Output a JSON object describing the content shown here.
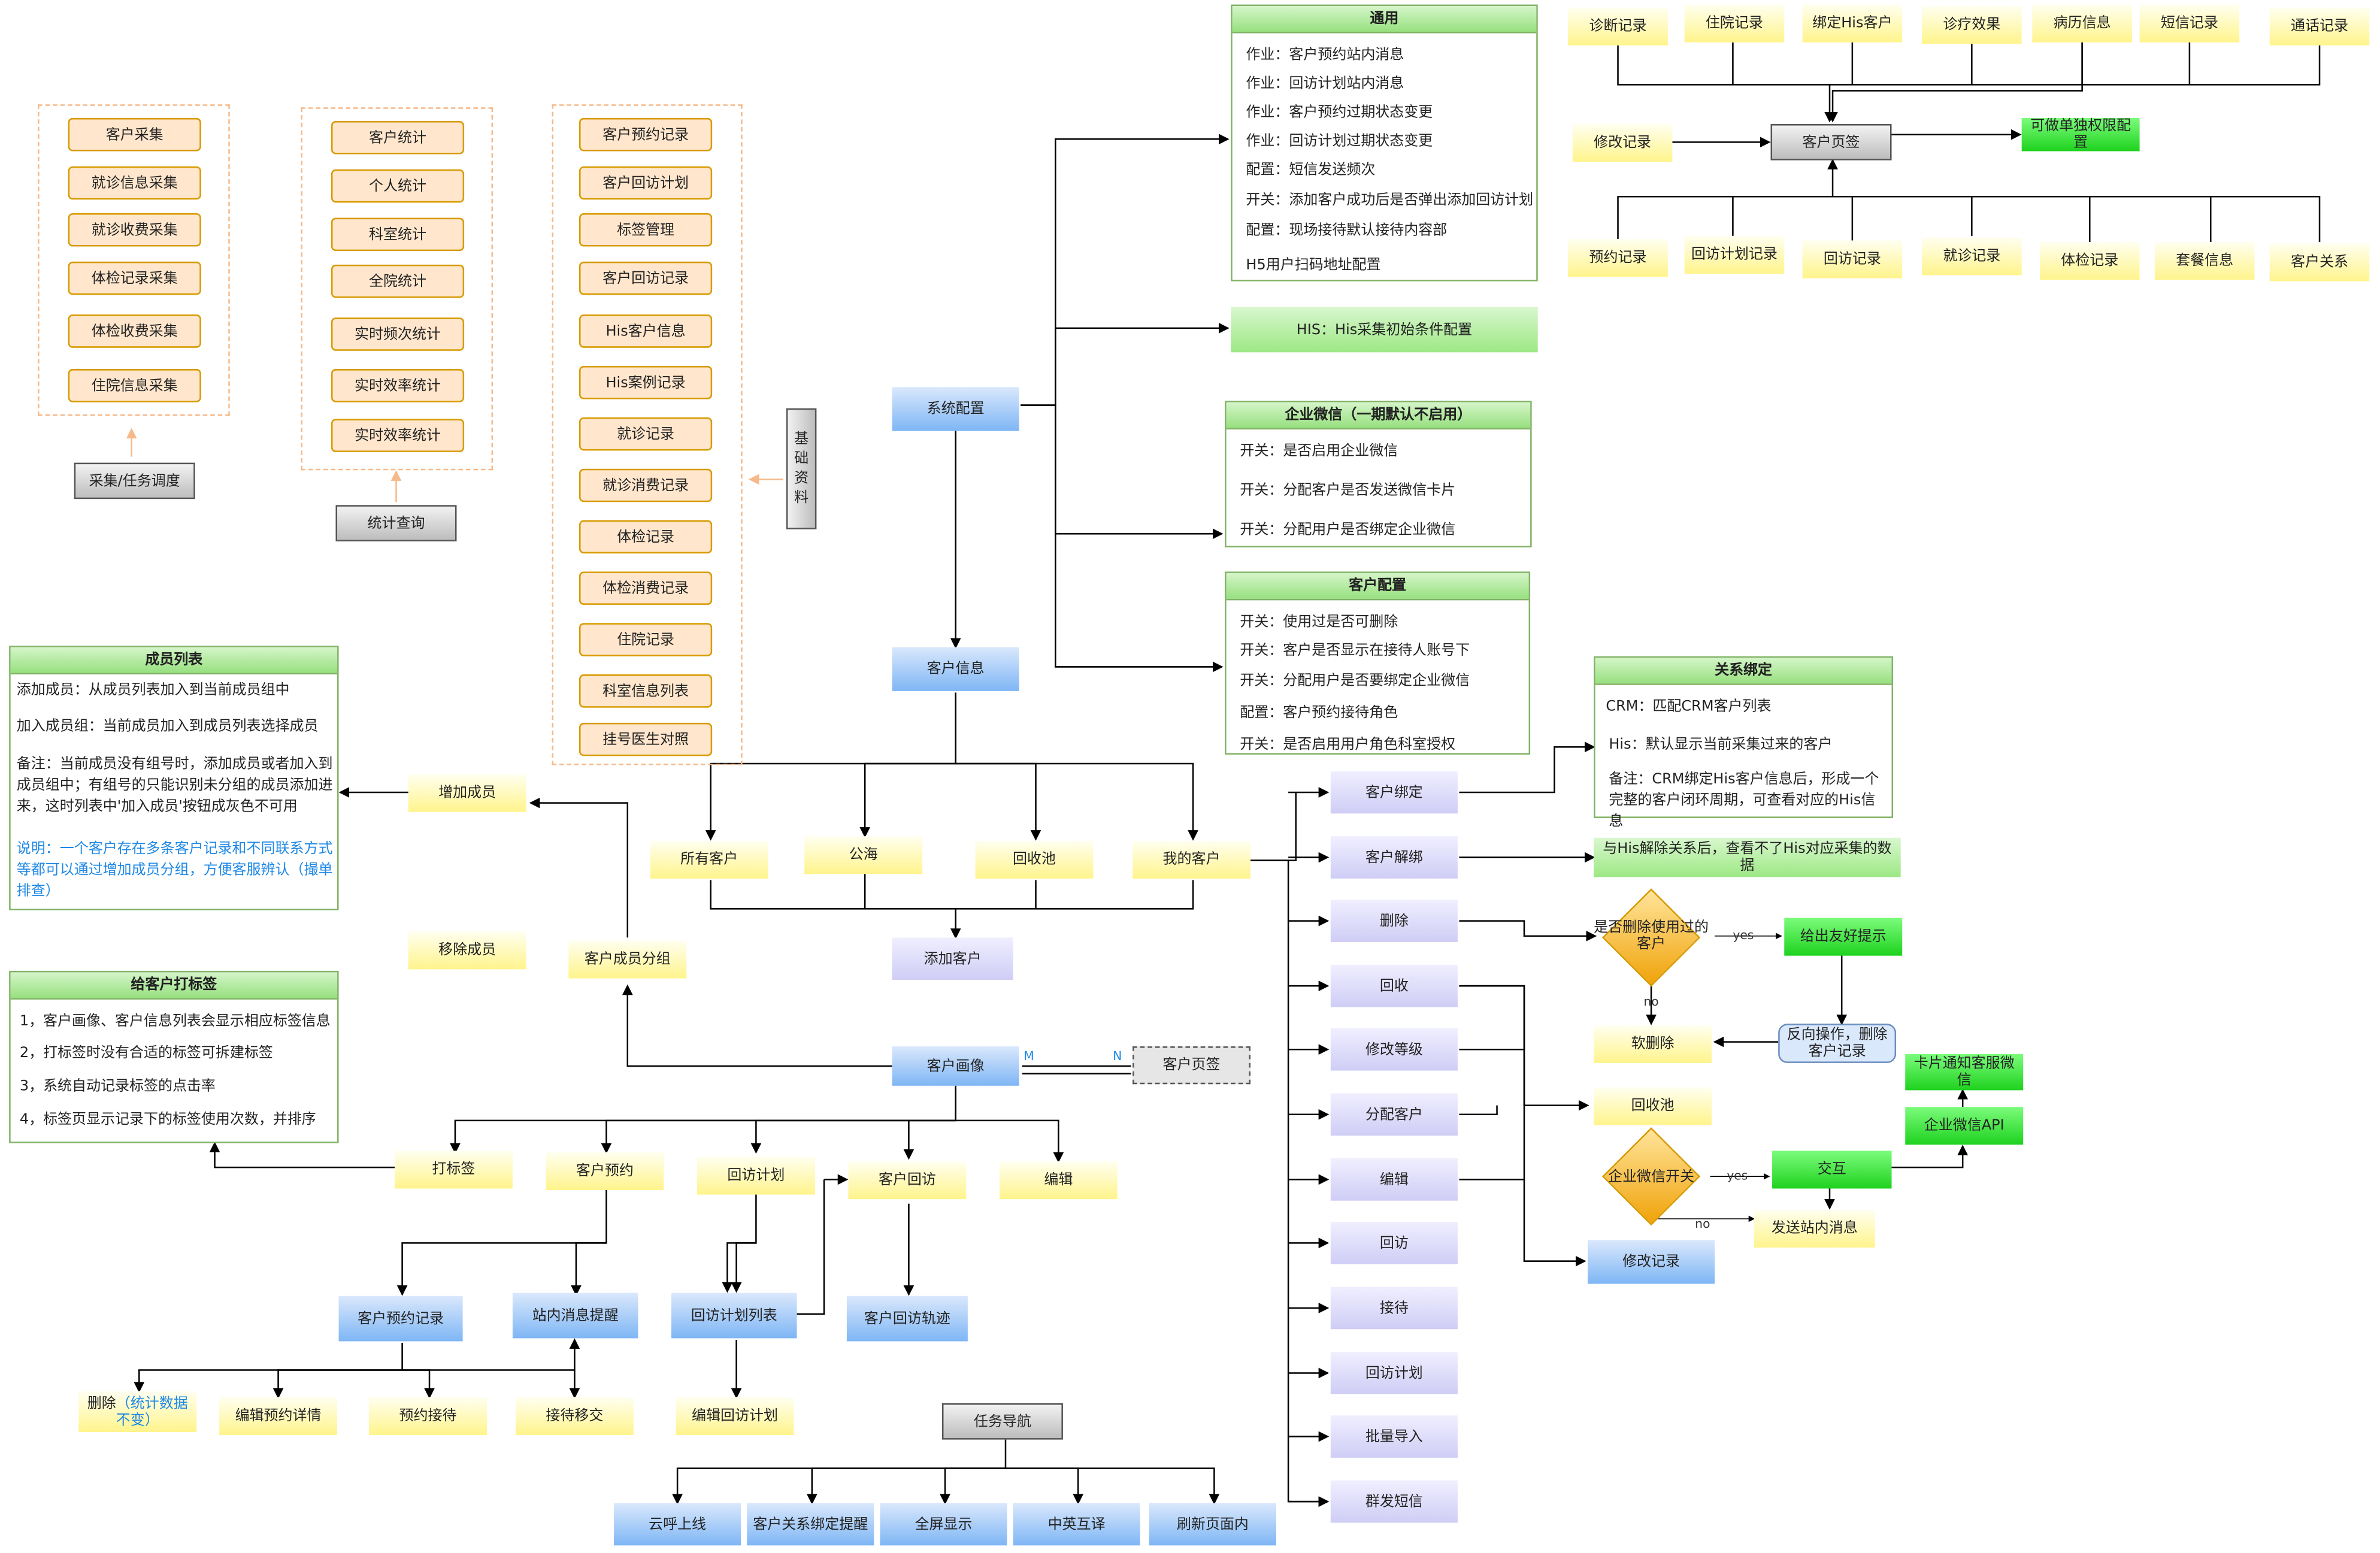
{
  "zone_collect": {
    "items": [
      "客户采集",
      "就诊信息采集",
      "就诊收费采集",
      "体检记录采集",
      "体检收费采集",
      "住院信息采集"
    ],
    "button": "采集/任务调度"
  },
  "zone_stats": {
    "items": [
      "客户统计",
      "个人统计",
      "科室统计",
      "全院统计",
      "实时频次统计",
      "实时效率统计",
      "实时效率统计"
    ],
    "button": "统计查询"
  },
  "zone_base": {
    "items": [
      "客户预约记录",
      "客户回访计划",
      "标签管理",
      "客户回访记录",
      "His客户信息",
      "His案例记录",
      "就诊记录",
      "就诊消费记录",
      "体检记录",
      "体检消费记录",
      "住院记录",
      "科室信息列表",
      "挂号医生对照"
    ],
    "tab_chars": [
      "基",
      "础",
      "资",
      "料"
    ]
  },
  "general_panel": {
    "title": "通用",
    "lines": [
      "作业：客户预约站内消息",
      "作业：回访计划站内消息",
      "作业：客户预约过期状态变更",
      "作业：回访计划过期状态变更",
      "配置：短信发送频次",
      "开关：添加客户成功后是否弹出添加回访计划",
      "配置：现场接待默认接待内容部",
      "H5用户扫码地址配置"
    ]
  },
  "his_config": "HIS：His采集初始条件配置",
  "wechat_panel": {
    "title": "企业微信（一期默认不启用）",
    "lines": [
      "开关：是否启用企业微信",
      "开关：分配客户是否发送微信卡片",
      "开关：分配用户是否绑定企业微信"
    ]
  },
  "customer_config_panel": {
    "title": "客户配置",
    "lines": [
      "开关：使用过是否可删除",
      "开关：客户是否显示在接待人账号下",
      "开关：分配用户是否要绑定企业微信",
      "配置：客户预约接待角色",
      "开关：是否启用用户角色科室授权"
    ]
  },
  "relation_panel": {
    "title": "关系绑定",
    "lines": [
      "CRM：匹配CRM客户列表",
      "His：默认显示当前采集过来的客户",
      "备注：CRM绑定His客户信息后，形成一个完整的客户闭环周期，可查看对应的His信息"
    ]
  },
  "member_panel": {
    "title": "成员列表",
    "lines": [
      "添加成员：从成员列表加入到当前成员组中",
      "加入成员组：当前成员加入到成员列表选择成员",
      "备注：当前成员没有组号时，添加成员或者加入到成员组中；有组号的只能识别未分组的成员添加进来，这时列表中'加入成员'按钮成灰色不可用"
    ],
    "note": "说明：一个客户存在多条客户记录和不同联系方式等都可以通过增加成员分组，方便客服辨认（撮单排查）"
  },
  "tag_panel": {
    "title": "给客户打标签",
    "lines": [
      "1，客户画像、客户信息列表会显示相应标签信息",
      "2，打标签时没有合适的标签可拆建标签",
      "3，系统自动记录标签的点击率",
      "4，标签页显示记录下的标签使用次数，并排序"
    ]
  },
  "top_right": {
    "top_row": [
      "诊断记录",
      "住院记录",
      "绑定His客户",
      "诊疗效果",
      "病历信息",
      "短信记录",
      "通话记录"
    ],
    "modify": "修改记录",
    "page": "客户页签",
    "perm": "可做单独权限配置",
    "bottom_row": [
      "预约记录",
      "回访计划记录",
      "回访记录",
      "就诊记录",
      "体检记录",
      "套餐信息",
      "客户关系"
    ]
  },
  "main": {
    "sys_config": "系统配置",
    "cust_info": "客户信息",
    "cat_all": "所有客户",
    "cat_sea": "公海",
    "cat_pool": "回收池",
    "cat_mine": "我的客户",
    "add_cust": "添加客户",
    "add_member": "增加成员",
    "remove_member": "移除成员",
    "member_group": "客户成员分组",
    "portrait": "客户画像",
    "m_label": "M",
    "n_label": "N",
    "portrait_tab": "客户页签"
  },
  "portrait_children": {
    "tag": "打标签",
    "appoint": "客户预约",
    "visit_plan": "回访计划",
    "visit": "客户回访",
    "edit": "编辑",
    "appoint_rec": "客户预约记录",
    "station_msg": "站内消息提醒",
    "plan_list": "回访计划列表",
    "visit_track": "客户回访轨迹",
    "delete": "删除",
    "delete_note": "（统计数据不变）",
    "edit_appoint": "编辑预约详情",
    "appoint_recv": "预约接待",
    "recv_transfer": "接待移交",
    "edit_plan": "编辑回访计划"
  },
  "task_nav": {
    "title": "任务导航",
    "items": [
      "云呼上线",
      "客户关系绑定提醒",
      "全屏显示",
      "中英互译",
      "刷新页面内"
    ]
  },
  "actions": {
    "items": [
      "客户绑定",
      "客户解绑",
      "删除",
      "回收",
      "修改等级",
      "分配客户",
      "编辑",
      "回访",
      "接待",
      "回访计划",
      "批量导入",
      "群发短信"
    ],
    "unbind_note": "与His解除关系后，查看不了His对应采集的数据",
    "del_q": "是否删除使用过的客户",
    "yes": "yes",
    "no": "no",
    "friendly": "给出友好提示",
    "soft_del": "软删除",
    "reverse": "反向操作，删除客户记录",
    "recycle": "回收池",
    "wx_switch": "企业微信开关",
    "interact": "交互",
    "station_send": "发送站内消息",
    "card": "卡片通知客服微信",
    "wx_api": "企业微信API",
    "modify_rec": "修改记录"
  }
}
